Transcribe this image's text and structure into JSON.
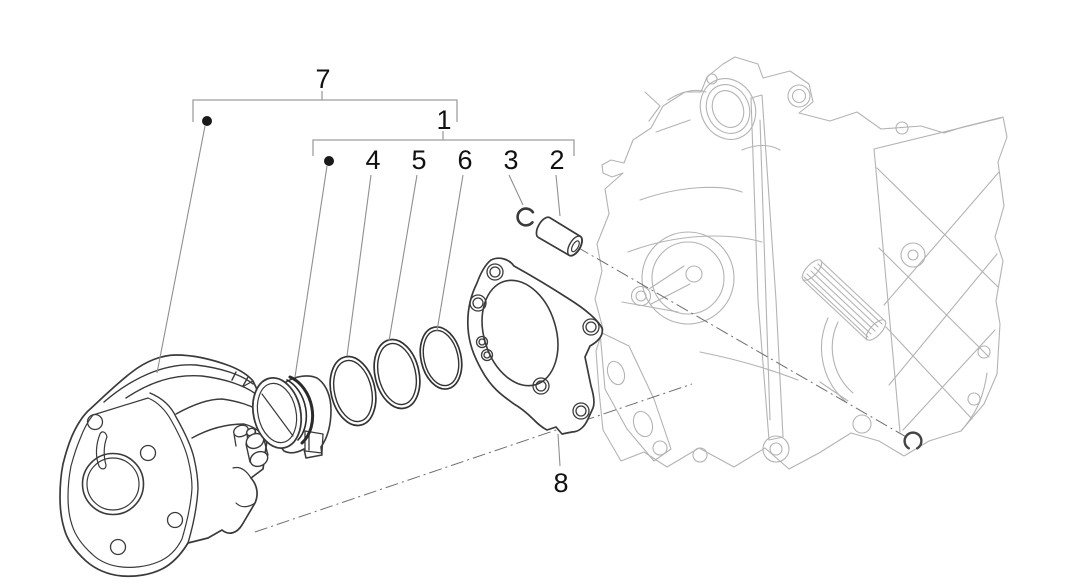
{
  "figure": {
    "kind": "exploded-parts-diagram",
    "background": "#ffffff",
    "colors": {
      "foreground_line": "#3a3a3a",
      "faded_part_line": "#b3b3b3",
      "callout_line": "#9e9e9e",
      "axis_line": "#6e6e6e",
      "label_text": "#111111"
    },
    "callouts": [
      {
        "label": "7"
      },
      {
        "label": "1"
      },
      {
        "label": "4"
      },
      {
        "label": "5"
      },
      {
        "label": "6"
      },
      {
        "label": "3"
      },
      {
        "label": "2"
      },
      {
        "label": "8"
      }
    ]
  }
}
